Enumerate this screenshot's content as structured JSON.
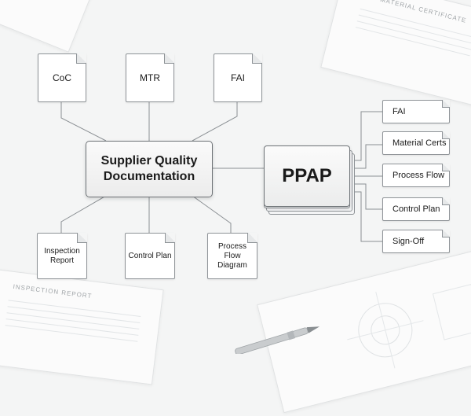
{
  "background": {
    "material_certificate_title": "MATERIAL CERTIFICATE",
    "inspection_report_title": "INSPECTION REPORT"
  },
  "center": {
    "label": "Supplier Quality\nDocumentation"
  },
  "ppap": {
    "label": "PPAP"
  },
  "top_docs": [
    {
      "label": "CoC"
    },
    {
      "label": "MTR"
    },
    {
      "label": "FAI"
    }
  ],
  "bottom_docs": [
    {
      "label": "Inspection Report"
    },
    {
      "label": "Control Plan"
    },
    {
      "label": "Process Flow Diagram"
    }
  ],
  "ppap_elements": [
    {
      "label": "FAI"
    },
    {
      "label": "Material Certs"
    },
    {
      "label": "Process Flow"
    },
    {
      "label": "Control Plan"
    },
    {
      "label": "Sign-Off"
    }
  ],
  "colors": {
    "line": "#8a8f93",
    "background": "#f4f5f5",
    "node_border": "#8f9498"
  }
}
